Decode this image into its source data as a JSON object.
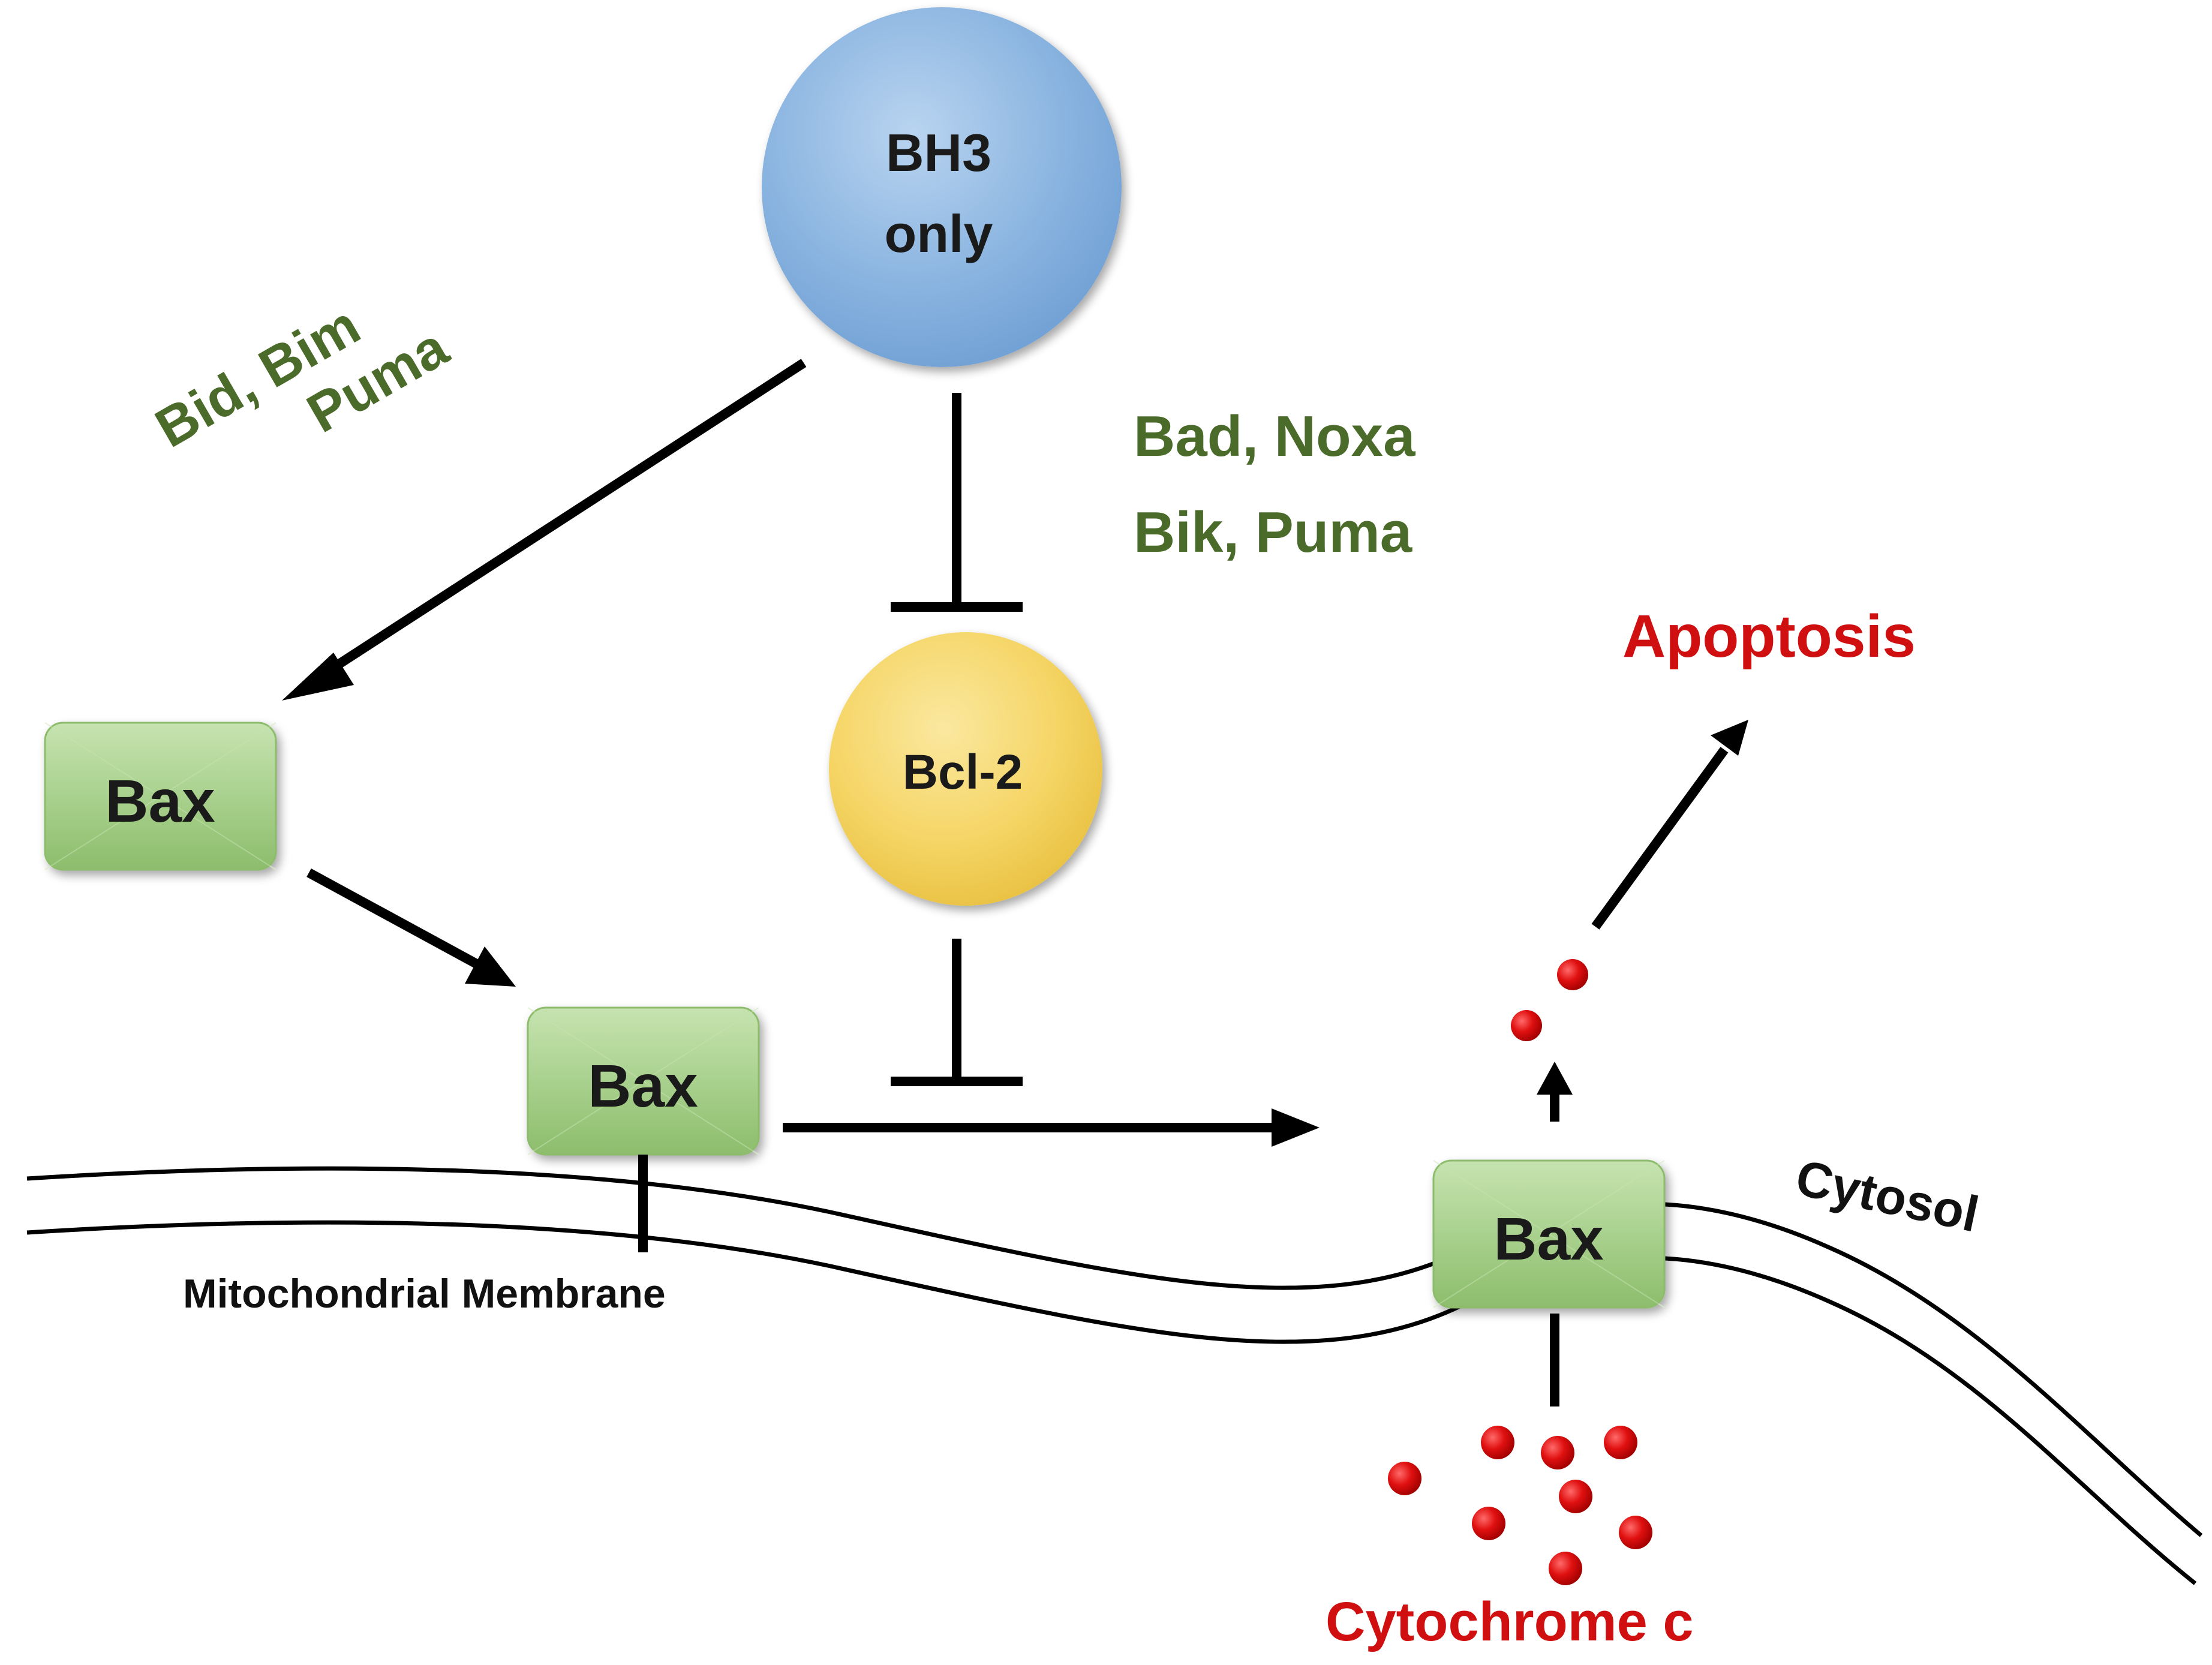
{
  "diagram": {
    "nodes": {
      "bh3": {
        "line1": "BH3",
        "line2": "only"
      },
      "bcl2": {
        "label": "Bcl-2"
      },
      "bax_cytosol": {
        "label": "Bax"
      },
      "bax_membrane": {
        "label": "Bax"
      },
      "bax_pore": {
        "label": "Bax"
      }
    },
    "labels": {
      "activators_line1": "Bid, Bim",
      "activators_line2": "Puma",
      "sensitizers_line1": "Bad, Noxa",
      "sensitizers_line2": "Bik, Puma",
      "apoptosis": "Apoptosis",
      "cytosol": "Cytosol",
      "membrane": "Mitochondrial Membrane",
      "cytochrome": "Cytochrome c"
    },
    "colors": {
      "bh3_fill": "#8ab4e0",
      "bcl2_fill": "#f5d565",
      "bax_fill": "#a9d18e",
      "label_green": "#4a6b2a",
      "label_red": "#d01010",
      "cytochrome_dot": "#e01010"
    }
  }
}
